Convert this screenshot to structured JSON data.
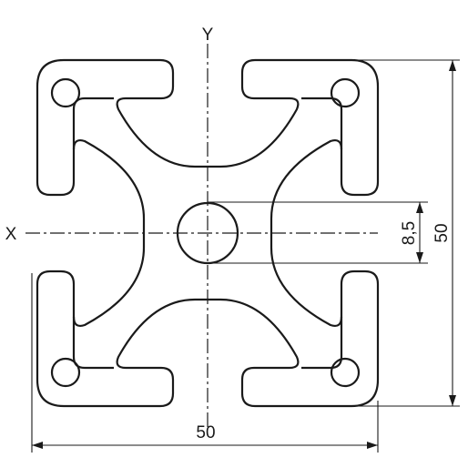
{
  "labels": {
    "axis_y": "Y",
    "axis_x": "X",
    "dim_width": "50",
    "dim_height": "50",
    "dim_bore": "8,5"
  }
}
